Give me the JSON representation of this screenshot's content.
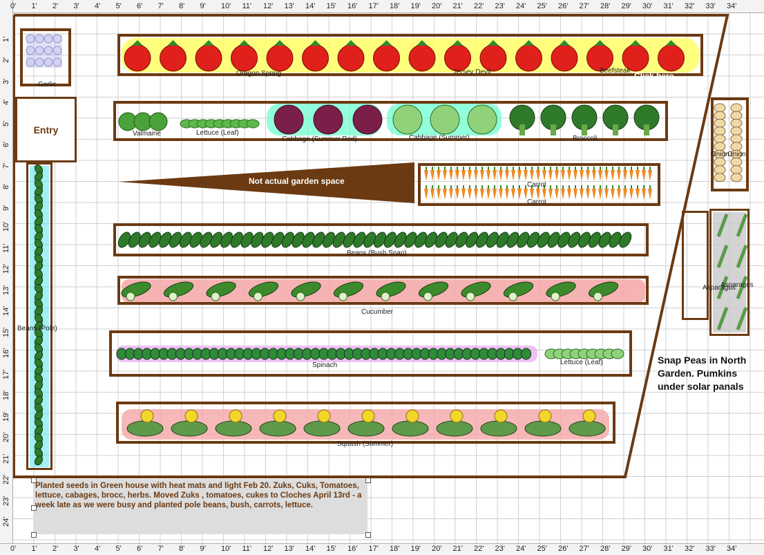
{
  "ruler": {
    "top_ticks": [
      "0'",
      "1'",
      "2'",
      "3'",
      "4'",
      "5'",
      "6'",
      "7'",
      "8'",
      "9'",
      "10'",
      "11'",
      "12'",
      "13'",
      "14'",
      "15'",
      "16'",
      "17'",
      "18'",
      "19'",
      "20'",
      "21'",
      "22'",
      "23'",
      "24'",
      "25'",
      "26'",
      "27'",
      "28'",
      "29'",
      "30'",
      "31'",
      "32'",
      "33'",
      "34'"
    ],
    "left_ticks": [
      "1'",
      "2'",
      "3'",
      "4'",
      "5'",
      "6'",
      "7'",
      "8'",
      "9'",
      "10'",
      "11'",
      "12'",
      "13'",
      "14'",
      "15'",
      "16'",
      "17'",
      "18'",
      "19'",
      "20'",
      "21'",
      "22'",
      "23'",
      "24'"
    ]
  },
  "labels": {
    "garlic": "Garlic",
    "entry": "Entry",
    "oregon_spring": "Oregon Spring",
    "jersey_devil": "Jersey Devil",
    "beefsteak": "Beefsteak",
    "click_here": "Click here",
    "valmaine": "Valmaine",
    "lettuce_leaf_1": "Lettuce (Leaf)",
    "cabbage_summer_red": "Cabbage (Summer Red)",
    "cabbage_summer": "Cabbage (Summer)",
    "broccoli": "Broccoli",
    "onion_1": "Onion",
    "onion_2": "Onion",
    "not_actual": "Not actual garden space",
    "carrot_1": "Carrot",
    "carrot_2": "Carrot",
    "beans_bush_snap": "Beans (Bush Snap)",
    "asparagus_1": "Asparagus",
    "asparagus_2": "Asparagus",
    "cucumber": "Cucumber",
    "beans_pole": "Beans (Pole)",
    "spinach": "Spinach",
    "lettuce_leaf_2": "Lettuce (Leaf)",
    "squash_summer": "Squash (Summer)",
    "snap_peas": "Snap Peas in North Garden. Pumkins  under solar panals",
    "note": "Planted seeds in Green house with heat mats and light Feb 20.  Zuks, Cuks, Tomatoes, lettuce, cabages, brocc, herbs.  Moved Zuks , tomatoes, cukes to Cloches April 13rd - a week late as we were busy and planted pole beans, bush, carrots, lettuce."
  },
  "colors": {
    "bed_border": "#6b3a12",
    "tomato_glow": "#ffff66",
    "cabbage_glow": "#66ffcc",
    "cucumber_glow": "#f4a6a6",
    "spinach_glow": "#e6a6f0",
    "beans_pole_glow": "#66e6f0",
    "asparagus_glow": "#c8c8c8"
  }
}
